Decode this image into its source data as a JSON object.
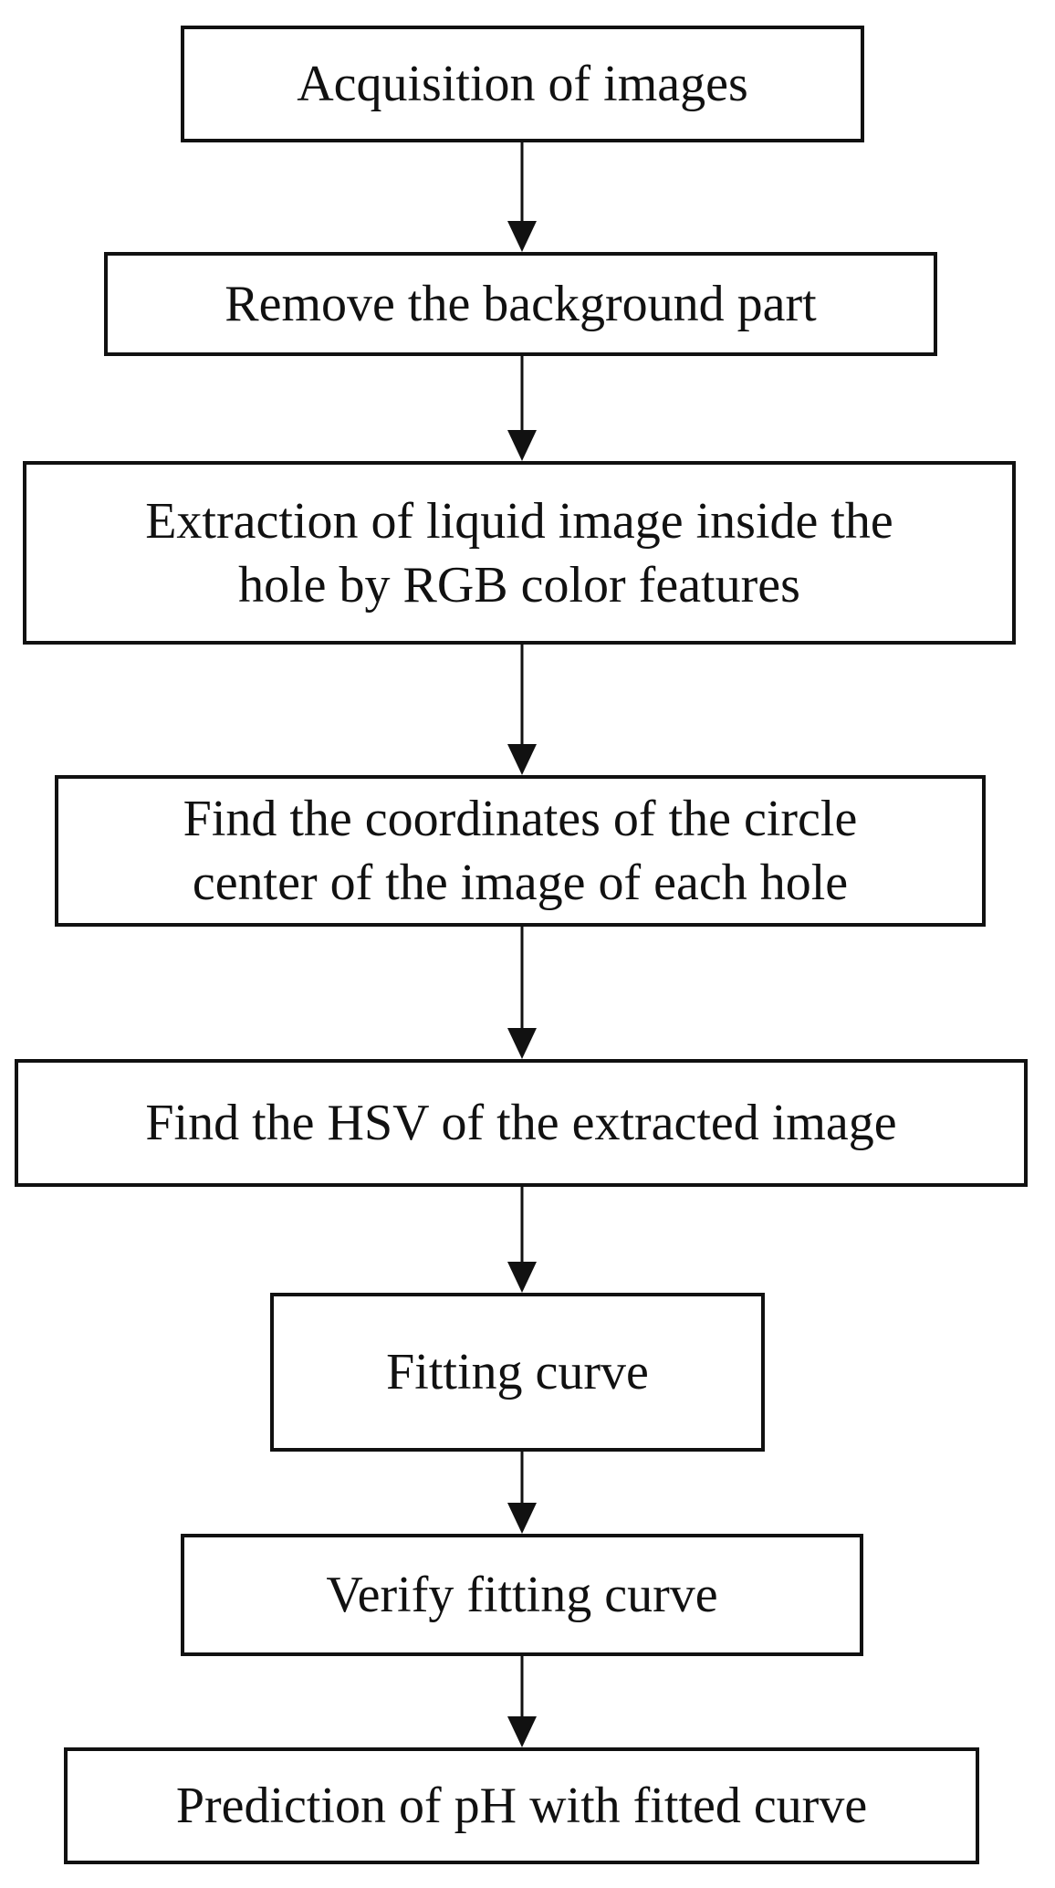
{
  "flowchart": {
    "steps": [
      {
        "label": "Acquisition of images"
      },
      {
        "label": "Remove the background part"
      },
      {
        "label": "Extraction of liquid image inside the\nhole by RGB color features"
      },
      {
        "label": "Find the coordinates of the circle\ncenter of the image of each hole"
      },
      {
        "label": "Find the HSV of the extracted image"
      },
      {
        "label": "Fitting curve"
      },
      {
        "label": "Verify fitting curve"
      },
      {
        "label": "Prediction of pH with fitted curve"
      }
    ]
  }
}
